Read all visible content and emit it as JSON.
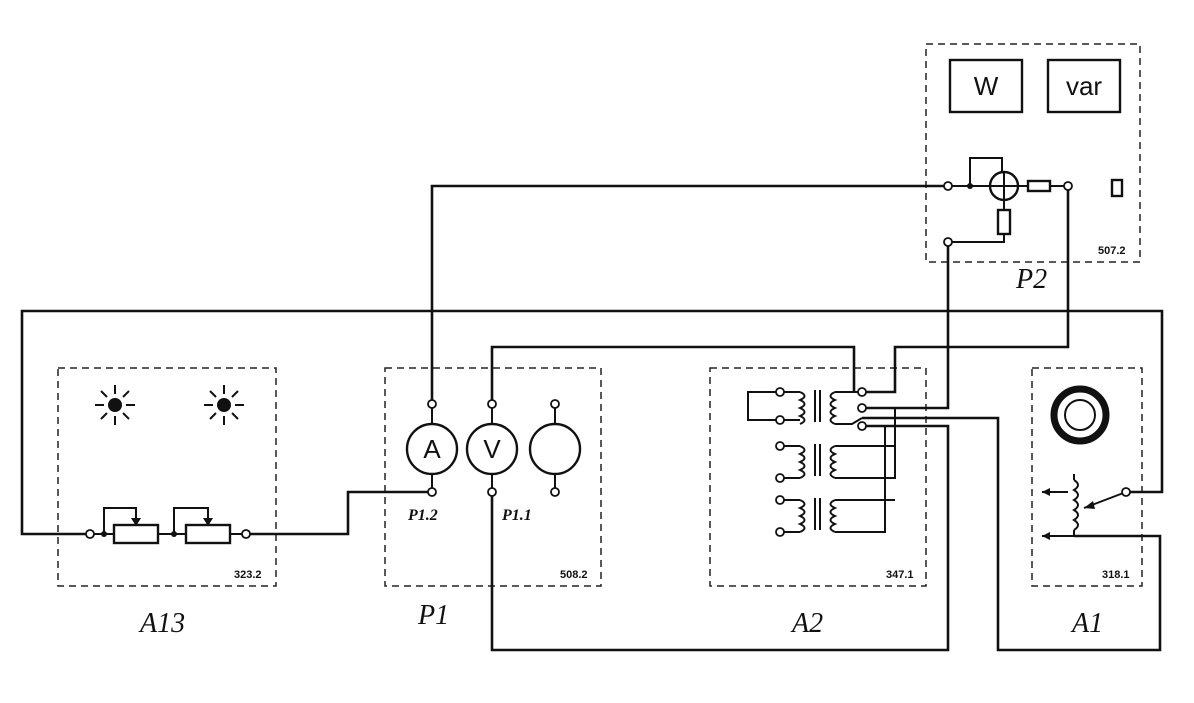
{
  "modules": {
    "a13": {
      "label": "A13",
      "code": "323.2"
    },
    "p1": {
      "label": "P1",
      "code": "508.2"
    },
    "a2": {
      "label": "A2",
      "code": "347.1"
    },
    "a1": {
      "label": "A1",
      "code": "318.1"
    },
    "p2": {
      "label": "P2",
      "code": "507.2"
    }
  },
  "meters": {
    "ammeter": "A",
    "voltmeter": "V"
  },
  "ports": {
    "p1_2": "P1.2",
    "p1_1": "P1.1"
  },
  "p2_display": {
    "watt": "W",
    "var": "var"
  }
}
